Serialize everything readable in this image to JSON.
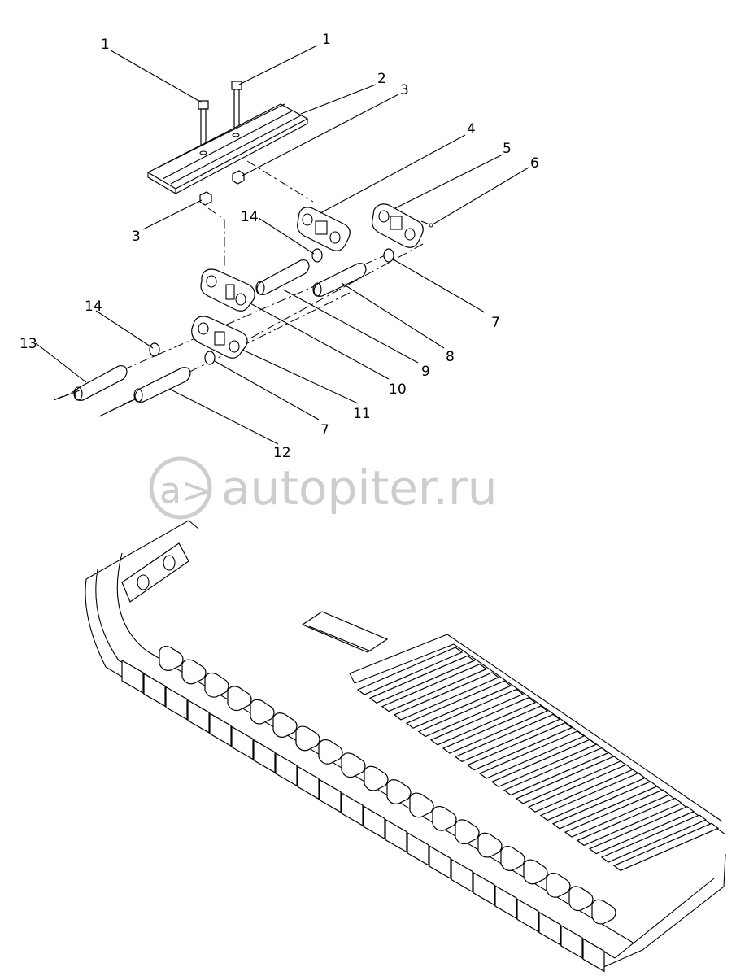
{
  "diagram": {
    "callouts": [
      {
        "id": "c1a",
        "label": "1"
      },
      {
        "id": "c1b",
        "label": "1"
      },
      {
        "id": "c2",
        "label": "2"
      },
      {
        "id": "c3a",
        "label": "3"
      },
      {
        "id": "c3b",
        "label": "3"
      },
      {
        "id": "c4",
        "label": "4"
      },
      {
        "id": "c5",
        "label": "5"
      },
      {
        "id": "c6",
        "label": "6"
      },
      {
        "id": "c7a",
        "label": "7"
      },
      {
        "id": "c7b",
        "label": "7"
      },
      {
        "id": "c8",
        "label": "8"
      },
      {
        "id": "c9",
        "label": "9"
      },
      {
        "id": "c10",
        "label": "10"
      },
      {
        "id": "c11",
        "label": "11"
      },
      {
        "id": "c12",
        "label": "12"
      },
      {
        "id": "c13",
        "label": "13"
      },
      {
        "id": "c14a",
        "label": "14"
      },
      {
        "id": "c14b",
        "label": "14"
      }
    ]
  },
  "watermark": {
    "text": "autopiter.ru"
  },
  "colors": {
    "line": "#000000",
    "watermark": "#bdbdbd",
    "background": "#ffffff"
  }
}
